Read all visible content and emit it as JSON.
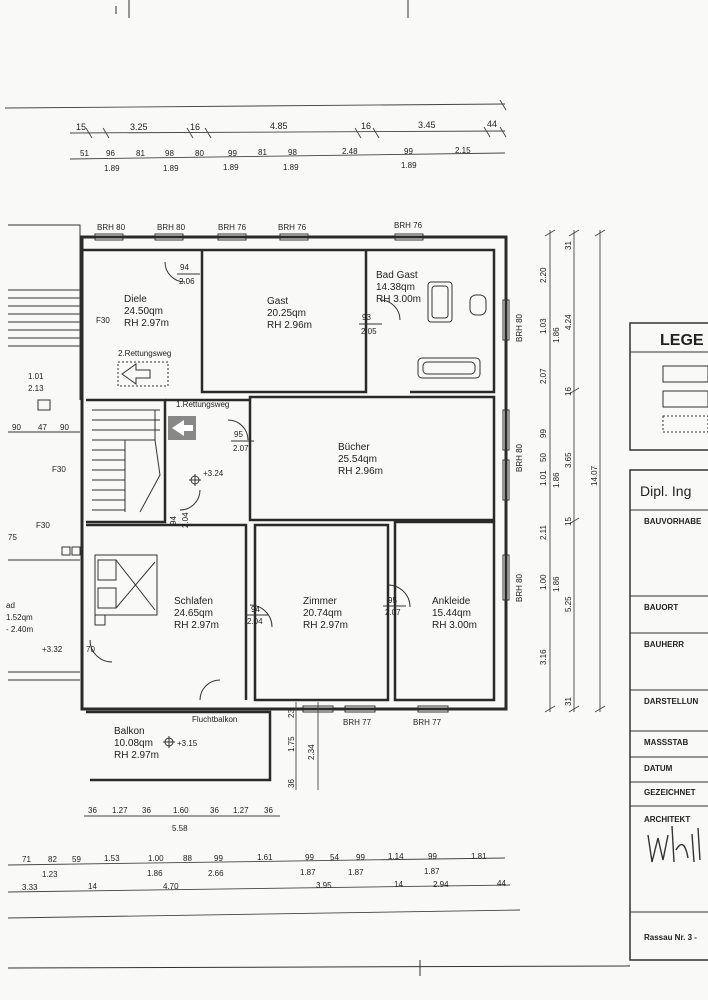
{
  "rooms": {
    "diele": {
      "name": "Diele",
      "area": "24.50qm",
      "height": "RH 2.97m"
    },
    "gast": {
      "name": "Gast",
      "area": "20.25qm",
      "height": "RH 2.96m"
    },
    "badgast": {
      "name": "Bad Gast",
      "area": "14.38qm",
      "height": "RH 3.00m"
    },
    "buecher": {
      "name": "Bücher",
      "area": "25.54qm",
      "height": "RH 2.96m"
    },
    "schlafen": {
      "name": "Schlafen",
      "area": "24.65qm",
      "height": "RH 2.97m"
    },
    "zimmer": {
      "name": "Zimmer",
      "area": "20.74qm",
      "height": "RH 2.97m"
    },
    "ankleide": {
      "name": "Ankleide",
      "area": "15.44qm",
      "height": "RH 3.00m"
    },
    "balkon": {
      "name": "Balkon",
      "area": "10.08qm",
      "height": "RH 2.97m"
    },
    "left_room": {
      "name": "ad",
      "area": "1.52qm",
      "height": "- 2.40m"
    }
  },
  "brh": {
    "b1": "BRH 80",
    "b2": "BRH 80",
    "b3": "BRH 76",
    "b4": "BRH 76",
    "b5": "BRH 76",
    "r1": "BRH 80",
    "r2": "BRH 80",
    "r3": "BRH 80",
    "bot1": "BRH 77",
    "bot2": "BRH 77"
  },
  "labels": {
    "rettung2": "2.Rettungsweg",
    "rettung1": "1.Rettungsweg",
    "fluchtbalkon": "Fluchtbalkon",
    "f30": "F30",
    "lvl_324": "+3.24",
    "lvl_315": "+3.15",
    "lvl_332": "+3.32",
    "lvl_70": "70"
  },
  "doors": {
    "d1": [
      "94",
      "2.06"
    ],
    "d2": [
      "93",
      "2.05"
    ],
    "d3": [
      "95",
      "2.07"
    ],
    "d4": [
      "94",
      "2.04"
    ],
    "d5": [
      "94",
      "2.04"
    ],
    "d6": [
      "95",
      "2.07"
    ]
  },
  "dims": {
    "top1": [
      "15",
      "3.25",
      "16",
      "4.85",
      "16",
      "3.45",
      "44"
    ],
    "top2": [
      "51",
      "96",
      "81",
      "98",
      "80",
      "99",
      "81",
      "98",
      "2.48",
      "99",
      "2.15"
    ],
    "top2b": [
      "1.89",
      "1.89",
      "1.89",
      "1.89",
      "1.89"
    ],
    "right_a": [
      "2.20",
      "1.03",
      "1.86",
      "2.07",
      "99",
      "50",
      "1.01",
      "1.86",
      "2.11",
      "1.00",
      "1.86",
      "3.16"
    ],
    "right_b": [
      "31",
      "4.24",
      "16",
      "3.65",
      "15",
      "5.25",
      "31"
    ],
    "right_total": "14.07",
    "left_a": [
      "1.01",
      "2.13"
    ],
    "left_b": [
      "90",
      "47",
      "90"
    ],
    "left_c": "75",
    "balkon_v": [
      "23",
      "1.75",
      "2.34",
      "36"
    ],
    "balkon_h": [
      "36",
      "1.27",
      "36",
      "1.60",
      "36",
      "1.27",
      "36"
    ],
    "balkon_total": "5.58",
    "bot1": [
      "71",
      "82",
      "59",
      "1.53",
      "1.00",
      "88",
      "99",
      "1.61",
      "99",
      "54",
      "99",
      "1.14",
      "99",
      "1.81"
    ],
    "bot1b": [
      "1.23",
      "1.86",
      "2.66",
      "1.87",
      "1.87",
      "1.87"
    ],
    "bot2": [
      "3.33",
      "14",
      "4.70",
      "3.95",
      "14",
      "2.94",
      "44"
    ]
  },
  "legend": {
    "title": "LEGE",
    "firm": "Dipl. Ing",
    "rows": [
      "BAUVORHABE",
      "BAUORT",
      "BAUHERR",
      "DARSTELLUN",
      "MASSSTAB",
      "DATUM",
      "GEZEICHNET",
      "ARCHITEKT"
    ],
    "footer": "Rassau Nr. 3 -"
  }
}
